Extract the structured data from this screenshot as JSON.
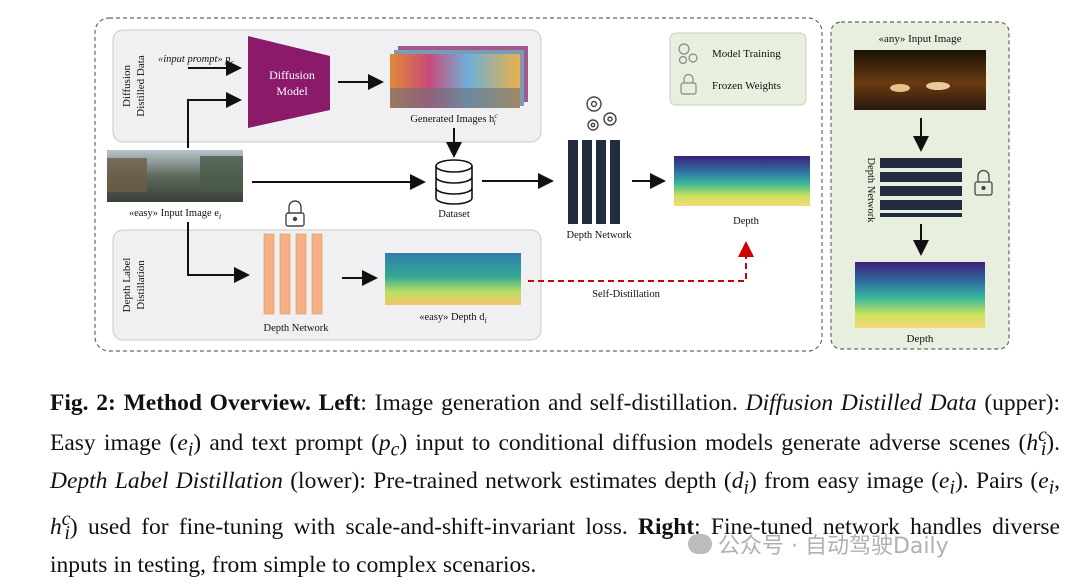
{
  "left_panel": {
    "sections": {
      "diffusion_distilled_data": [
        "Diffusion",
        "Distilled Data"
      ],
      "depth_label_distillation": [
        "Depth Label",
        "Distillation"
      ]
    },
    "input_prompt_label": "«input prompt» p",
    "input_prompt_sub": "c",
    "diffusion_model_label": [
      "Diffusion",
      "Model"
    ],
    "generated_images_label": "Generated Images h",
    "generated_images_sup": "c",
    "generated_images_sub": "i",
    "input_image_label": "«easy» Input Image e",
    "input_image_sub": "i",
    "dataset_label": "Dataset",
    "depth_network_top_label": "Depth Network",
    "depth_output_label": "Depth",
    "depth_network_bottom_label": "Depth Network",
    "easy_depth_label": "«easy» Depth d",
    "easy_depth_sub": "i",
    "self_distillation_label": "Self-Distillation"
  },
  "legend": {
    "model_training": "Model Training",
    "frozen_weights": "Frozen Weights"
  },
  "right_panel": {
    "input_label": "«any» Input Image",
    "depth_network_label": "Depth Network",
    "depth_label": "Depth"
  },
  "caption": {
    "fig_label": "Fig. 2: Method Overview.",
    "left_label": "Left",
    "t1": ": Image generation and self-distillation. ",
    "dd_label": "Diffusion Distilled Data",
    "t2": " (upper): Easy image (",
    "e_i": "e",
    "e_sub": "i",
    "t3": ") and text prompt (",
    "p_c": "p",
    "p_sub": "c",
    "t4": ") input to conditional diffusion models generate adverse scenes (",
    "h": "h",
    "h_sub": "i",
    "h_sup": "c",
    "t5": "). ",
    "dld_label": "Depth Label Distillation",
    "t6": " (lower): Pre-trained network estimates depth (",
    "d_i": "d",
    "d_sub": "i",
    "t7": ") from easy image (",
    "t8": "). Pairs (",
    "t9": ") used for fine-tuning with scale-and-shift-invariant loss. ",
    "right_label": "Right",
    "t10": ": Fine-tuned network handles diverse inputs in testing, from simple to complex scenarios."
  },
  "watermark": "公众号 · 自动驾驶Daily",
  "colors": {
    "diffusion_model": "#8b1a6b",
    "bottom_network": "#f5b183",
    "network_dark": "#222c3f",
    "self_distillation": "#cc0000",
    "right_panel_bg": "#e8efdf",
    "section_bg": "#f0f0f2"
  }
}
